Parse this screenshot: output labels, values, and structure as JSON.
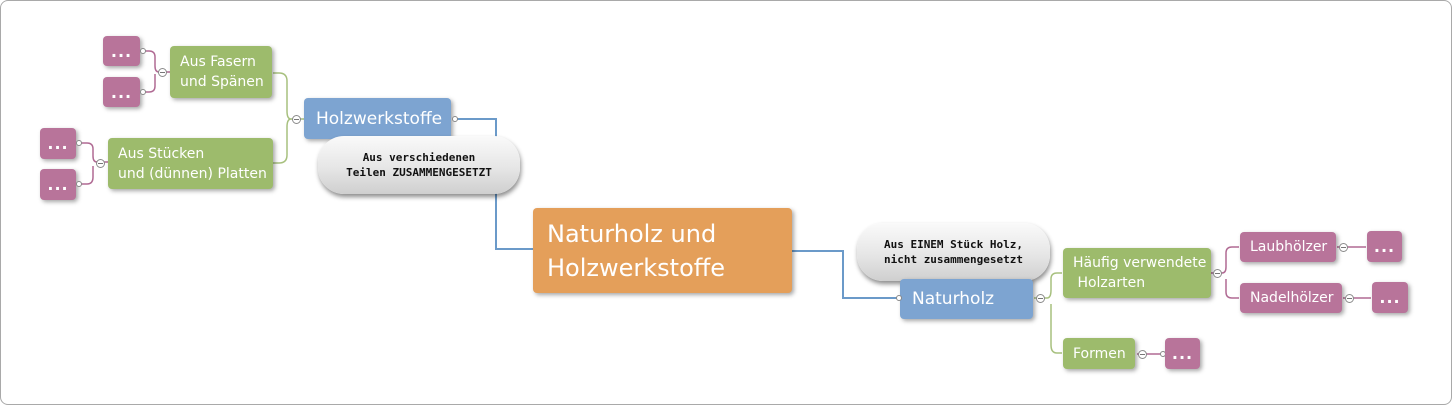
{
  "central": {
    "label": "Naturholz und\nHolzwerkstoffe"
  },
  "holzwerkstoffe": {
    "label": "Holzwerkstoffe",
    "note": "Aus verschiedenen\nTeilen ZUSAMMENGESETZT",
    "children": [
      {
        "label": "Aus Fasern\nund Spänen",
        "sub": [
          "...",
          "..."
        ]
      },
      {
        "label": "Aus Stücken\nund (dünnen) Platten",
        "sub": [
          "...",
          "..."
        ]
      }
    ]
  },
  "naturholz": {
    "label": "Naturholz",
    "note": "Aus EINEM Stück Holz,\nnicht zusammengesetzt",
    "children": [
      {
        "label": "Häufig verwendete\n Holzarten",
        "sub": [
          {
            "label": "Laubhölzer",
            "sub": "..."
          },
          {
            "label": "Nadelhölzer",
            "sub": "..."
          }
        ]
      },
      {
        "label": "Formen",
        "sub": "..."
      }
    ]
  },
  "colors": {
    "central": "#e49f5a",
    "main_topic": "#7da4d1",
    "subtopic": "#9dbb6c",
    "detail": "#b8749a",
    "connector_main": "#6b9ac9",
    "connector_sub": "#a7c07e",
    "connector_detail": "#b06a93"
  }
}
